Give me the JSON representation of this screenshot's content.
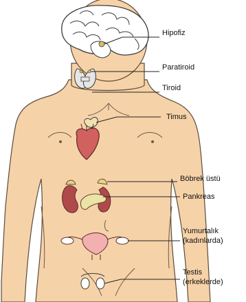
{
  "labels": {
    "hipofiz": "Hipofiz",
    "paratiroid": "Paratiroid",
    "tiroid": "Tiroid",
    "timus": "Timus",
    "bobrek_ustu": "Böbrek üstü",
    "pankreas": "Pankreas",
    "yumurtalik_line1": "Yumurtalık",
    "yumurtalik_line2": "(kadınlarda)",
    "testis_line1": "Testis",
    "testis_line2": "(erkeklerde)"
  },
  "colors": {
    "skin": "#f6d2a8",
    "outline": "#5a4a3a",
    "brain": "#ffffff",
    "heart": "#d0615f",
    "kidney": "#b04a4a",
    "adrenal": "#e9d28a",
    "pancreas": "#ece3a6",
    "uterus": "#f2b0b0",
    "thyroid": "#e6e6e6",
    "leader_line": "#222222"
  }
}
